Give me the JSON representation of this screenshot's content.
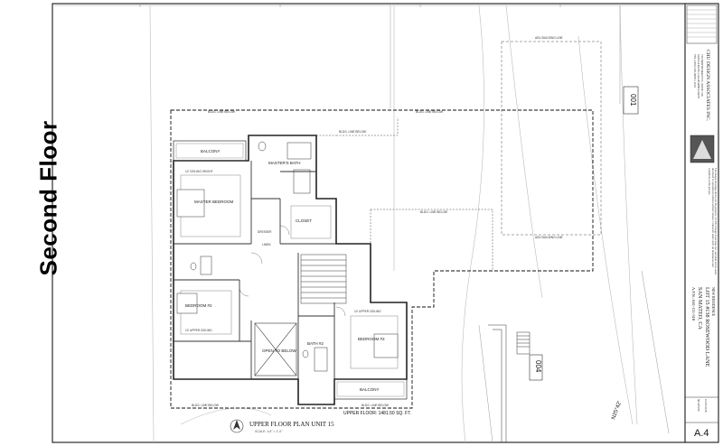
{
  "side_title": "Second Floor",
  "plan": {
    "title": "UPPER FLOOR PLAN UNIT 15",
    "scale": "SCALE: 1/4\" = 1'-0\"",
    "area_label": "UPPER FLOOR: 1481.50 SQ. FT.",
    "line_labels": {
      "adu_top": "ADU BUILDING LINE",
      "adu_bottom": "ADU BUILDING LINE",
      "bldg_below_1": "BLDG. LINE BELOW",
      "bldg_below_2": "BLDG. LINE BELOW",
      "bldg_below_3": "BLDG. LINE BELOW",
      "bldg_below_4": "BLDG. LINE BELOW",
      "bldg_below_5": "BLDG. LINE BELOW",
      "bldg_below_6": "BLDG. LINE BELOW"
    },
    "rooms": {
      "balcony_top": "BALCONY",
      "balcony_bottom": "BALCONY",
      "master_bedroom": "MASTER BEDROOM",
      "master_bath": "MASTER'S BATH",
      "closet": "CLOSET",
      "dresser": "DRESSER",
      "linen": "LINEN",
      "bedroom_2": "BEDROOM #2",
      "bedroom_3": "BEDROOM #3",
      "bath_2": "BATH #2",
      "open_to_below": "OPEN TO BELOW",
      "ceiling_top": "10' CEILING HEIGHT",
      "ceiling_mid": "10' UPPER CEILING",
      "ceiling_right": "10' UPPER CEILING"
    },
    "street_labels": {
      "top": "001",
      "bottom": "004",
      "bearing": "N25°42'"
    }
  },
  "title_block": {
    "firm": "CHU DESIGN ASSOCIATES INC.",
    "firm_lines": [
      "719 NORTH MAIN ST., SUITE 100",
      "SAN CARLOS, CALIFORNIA 94070",
      "TEL: (650) 345-9286 x 1001"
    ],
    "notes": "The design drawings shown are the property of CHU Design Associates Inc. and shall not be used, disclosed or reproduced without written consent. Contractor shall verify all dimensions and conditions at the job site.",
    "project_lines": [
      "NEW RESIDENCE",
      "LOT 15 #138 ROSEWOOD LANE",
      "SAN MATEO, CA",
      "A.P.N.: 041-111-510"
    ],
    "date": "10/05/2016",
    "drawn": "NGUYEN",
    "sheet": "A.4"
  }
}
